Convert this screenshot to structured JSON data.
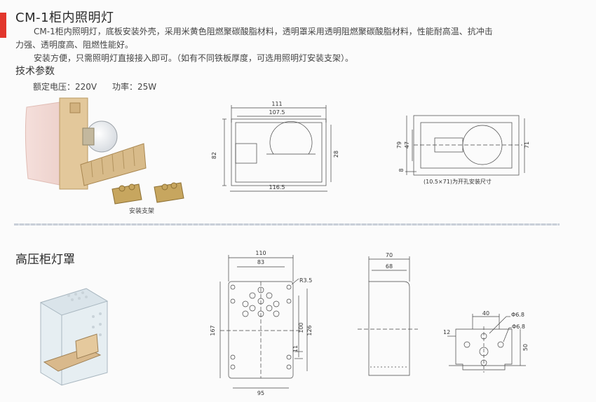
{
  "header": {
    "title": "CM-1柜内照明灯"
  },
  "description": {
    "line1": "CM-1柜内照明灯，底板安装外壳，采用米黄色阻燃聚碳酸脂材料，透明罩采用透明阻燃聚碳酸脂材料，性能耐高温、抗冲击",
    "line2": "力强、透明度高、阻燃性能好。",
    "line3": "安装方便，只需照明灯直接接入即可。（如有不同铁板厚度，可选用照明灯安装支架）。"
  },
  "specs": {
    "heading": "技术参数",
    "voltage": "额定电压：220V",
    "power": "功率：25W"
  },
  "figure1": {
    "caption": "安装支架"
  },
  "drawing1": {
    "d111": "111",
    "d107_5": "107.5",
    "d82": "82",
    "d28": "28",
    "d116_5": "116.5"
  },
  "drawing2": {
    "d79": "79",
    "d47": "47",
    "d8": "8",
    "d71": "71",
    "caption": "(10.5×71)为开孔安装尺寸"
  },
  "section2": {
    "title": "高压柜灯罩"
  },
  "drawing3": {
    "d110": "110",
    "d83": "83",
    "r35": "R3.5",
    "d167": "167",
    "d100": "100",
    "d126": "126",
    "d11": "11",
    "d95": "95"
  },
  "drawing4": {
    "d70": "70",
    "d68": "68"
  },
  "drawing5": {
    "d40": "40",
    "phi68a": "Φ6.8",
    "phi68b": "Φ6.8",
    "d12": "12",
    "d50": "50"
  }
}
